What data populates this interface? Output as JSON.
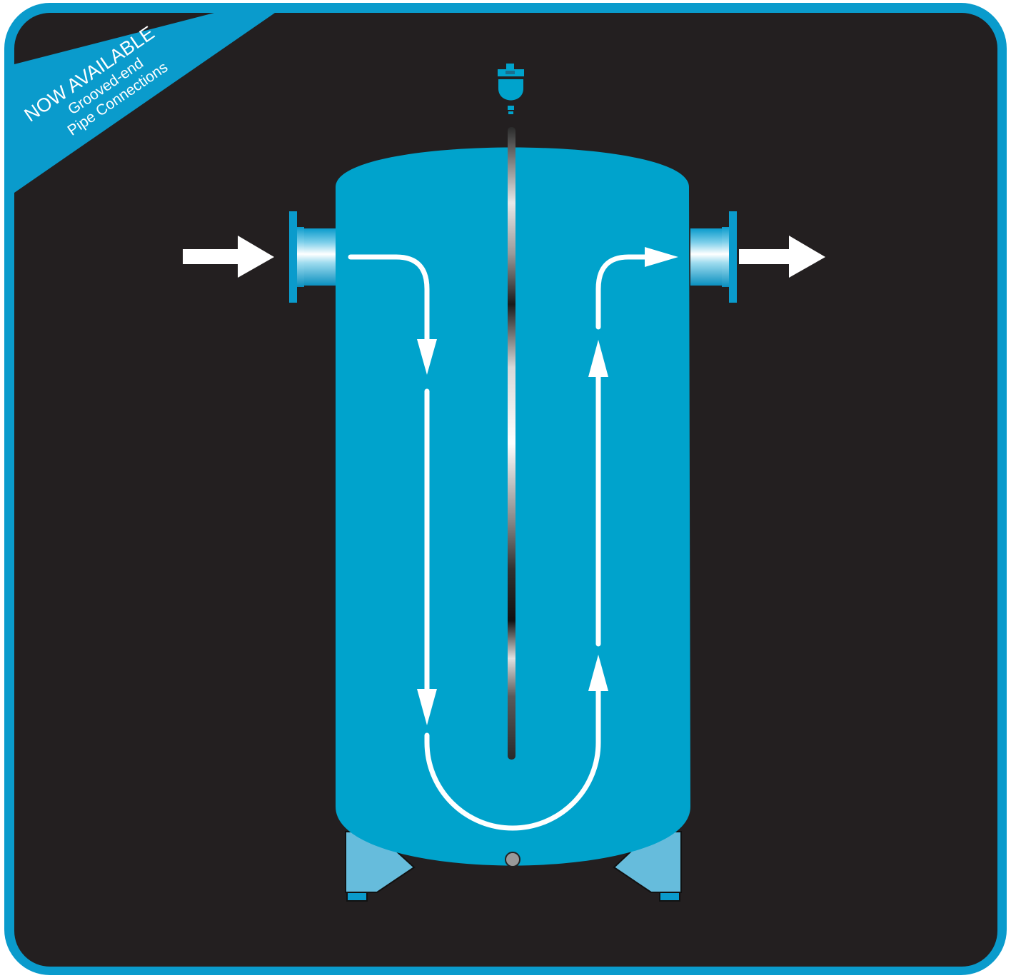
{
  "banner": {
    "line1": "NOW AVAILABLE",
    "line2": "Grooved-end",
    "line3": "Pipe Connections"
  },
  "colors": {
    "frame": "#0a9bcc",
    "background": "#231f20",
    "tank": "#00a3cc",
    "tank_dark": "#00739a",
    "feet": "#66bcdc",
    "flow": "#ffffff"
  }
}
